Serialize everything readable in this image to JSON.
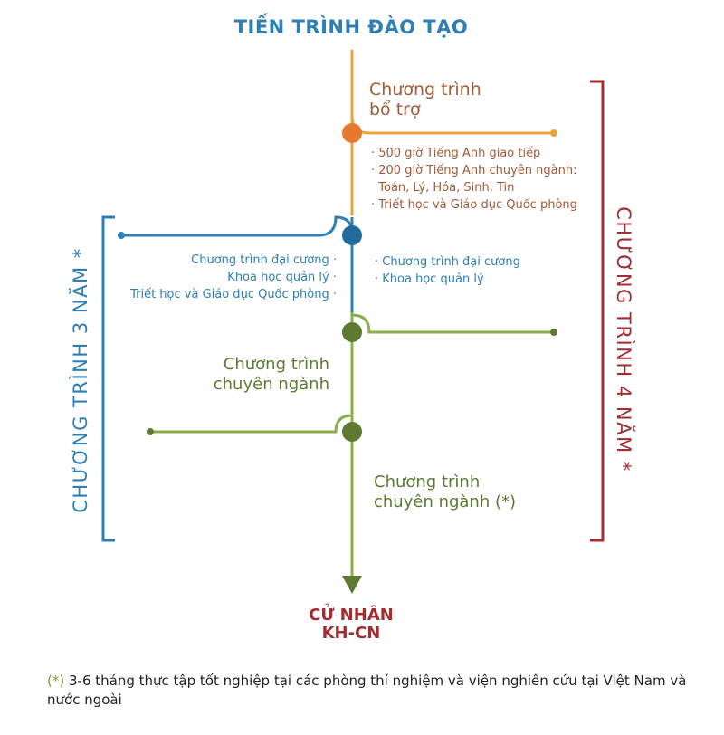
{
  "title": "TIẾN TRÌNH ĐÀO TẠO",
  "colors": {
    "orange": "#e8a33d",
    "brown_text": "#a35b37",
    "blue": "#2e7fb4",
    "green": "#8aae4a",
    "dark_green": "#5e7a32",
    "red": "#a32d31"
  },
  "support_program": {
    "heading": [
      "Chương trình",
      "bổ trợ"
    ],
    "items": [
      "· 500 giờ Tiếng Anh giao tiếp",
      "· 200 giờ Tiếng Anh chuyên ngành:",
      "  Toán, Lý, Hóa, Sinh, Tin",
      "· Triết học và Giáo dục Quốc phòng"
    ]
  },
  "general_left": {
    "items": [
      "Chương trình đại cương ·",
      "Khoa học quản lý ·",
      "Triết học và Giáo dục Quốc phòng ·"
    ]
  },
  "general_right": {
    "items": [
      "· Chương trình đại cương",
      "· Khoa học quản lý"
    ]
  },
  "major_program": [
    "Chương trình",
    "chuyên ngành"
  ],
  "major_program_star": [
    "Chương trình",
    "chuyên ngành (*)"
  ],
  "end_label": [
    "CỬ NHÂN",
    "KH-CN"
  ],
  "three_year_label": "CHƯƠNG TRÌNH 3 NĂM *",
  "four_year_label": "CHƯƠNG TRÌNH 4 NĂM *",
  "footnote": {
    "marker": "(*)",
    "text": " 3-6 tháng thực tập tốt nghiệp tại các phòng thí nghiệm và viện nghiên cứu tại Việt Nam và nước ngoài"
  }
}
